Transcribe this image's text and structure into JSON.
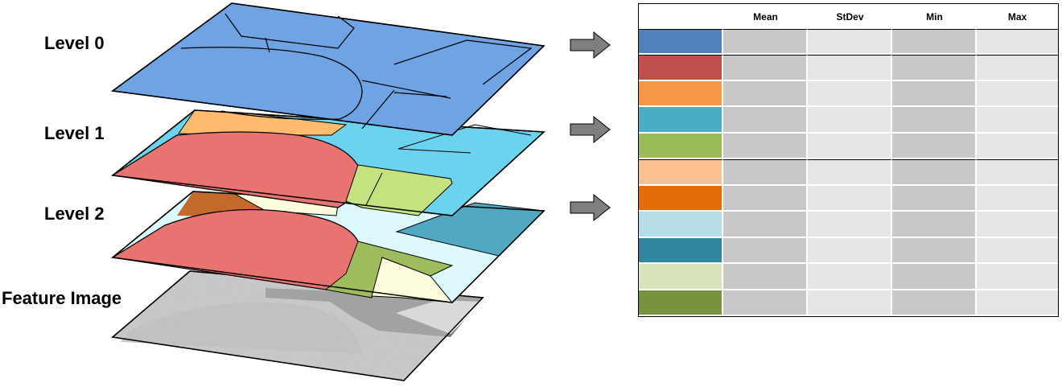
{
  "levels": [
    {
      "label": "Level 0"
    },
    {
      "label": "Level 1"
    },
    {
      "label": "Level 2"
    },
    {
      "label": "Feature Image"
    }
  ],
  "table": {
    "columns": [
      "",
      "Mean",
      "StDev",
      "Min",
      "Max"
    ],
    "rows": [
      {
        "color": "#4f81bd",
        "group_start": true
      },
      {
        "color": "#c0504d",
        "group_start": true
      },
      {
        "color": "#f79646",
        "group_start": false
      },
      {
        "color": "#4bacc6",
        "group_start": false
      },
      {
        "color": "#9bbb59",
        "group_start": false
      },
      {
        "color": "#fac090",
        "group_start": true
      },
      {
        "color": "#e46c0a",
        "group_start": false
      },
      {
        "color": "#b7dee8",
        "group_start": false
      },
      {
        "color": "#31859c",
        "group_start": false
      },
      {
        "color": "#d7e4bd",
        "group_start": false
      },
      {
        "color": "#77933c",
        "group_start": false
      }
    ],
    "cell_colors": [
      "#c8c8c8",
      "#e6e6e6"
    ]
  },
  "colors": {
    "level0": "#6fa3e4",
    "level1_red": "#e87472",
    "level1_orange": "#ffbc6e",
    "level1_cyan": "#6cd3ee",
    "level1_green": "#c4e27f",
    "level2_red": "#e87472",
    "level2_brown": "#c46a2b",
    "level2_lightcyan": "#ddf9fc",
    "level2_teal": "#51a8c2",
    "level2_olive": "#9fbc5c",
    "level2_cream": "#fefede",
    "arrow": "#7f7f7f"
  }
}
